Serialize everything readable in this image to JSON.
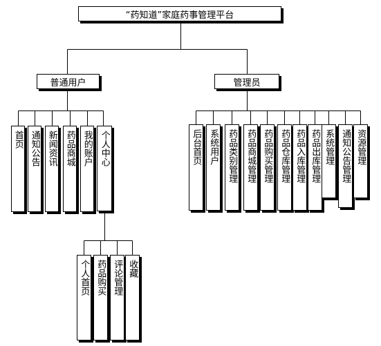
{
  "root": {
    "label": "“药知道”家庭药事管理平台"
  },
  "groups": {
    "user": {
      "label": "普通用户",
      "children": [
        "首页",
        "通知公告",
        "新闻资讯",
        "药品商城",
        "我的账户",
        "个人中心"
      ],
      "personal_center": {
        "children": [
          "个人首页",
          "药品购买",
          "评论管理",
          "收藏"
        ]
      }
    },
    "admin": {
      "label": "管理员",
      "children": [
        "后台首页",
        "系统用户",
        "药品类别管理",
        "药品商城管理",
        "药品购买管理",
        "药品仓库管理",
        "药品入库管理",
        "药品出库管理",
        "系统管理",
        "通知公告管理",
        "资源管理"
      ]
    }
  }
}
